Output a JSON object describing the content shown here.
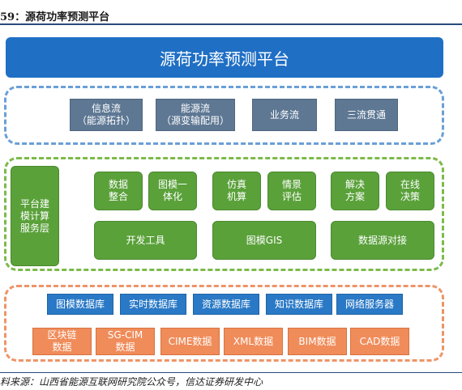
{
  "figure_caption": "59：源荷功率预测平台",
  "banner": "源荷功率预测平台",
  "flows": [
    "信息流\n（能源拓扑）",
    "能源流\n（源变输配用）",
    "业务流",
    "三流贯通"
  ],
  "platform_left": "平台建\n模计算\n服务层",
  "small_green": [
    "数据\n整合",
    "图模一\n体化",
    "仿真\n机算",
    "情景\n评估",
    "解决\n方案",
    "在线\n决策"
  ],
  "big_green": [
    "开发工具",
    "图模GIS",
    "数据源对接"
  ],
  "databases": [
    "图模数据库",
    "实时数据库",
    "资源数据库",
    "知识数据库",
    "网络服务器"
  ],
  "formats": [
    "区块链\n数据",
    "SG-CIM\n数据",
    "CIME数据",
    "XML数据",
    "BIM数据",
    "CAD数据"
  ],
  "source": "料来源：山西省能源互联网研究院公众号，信达证券研发中心"
}
